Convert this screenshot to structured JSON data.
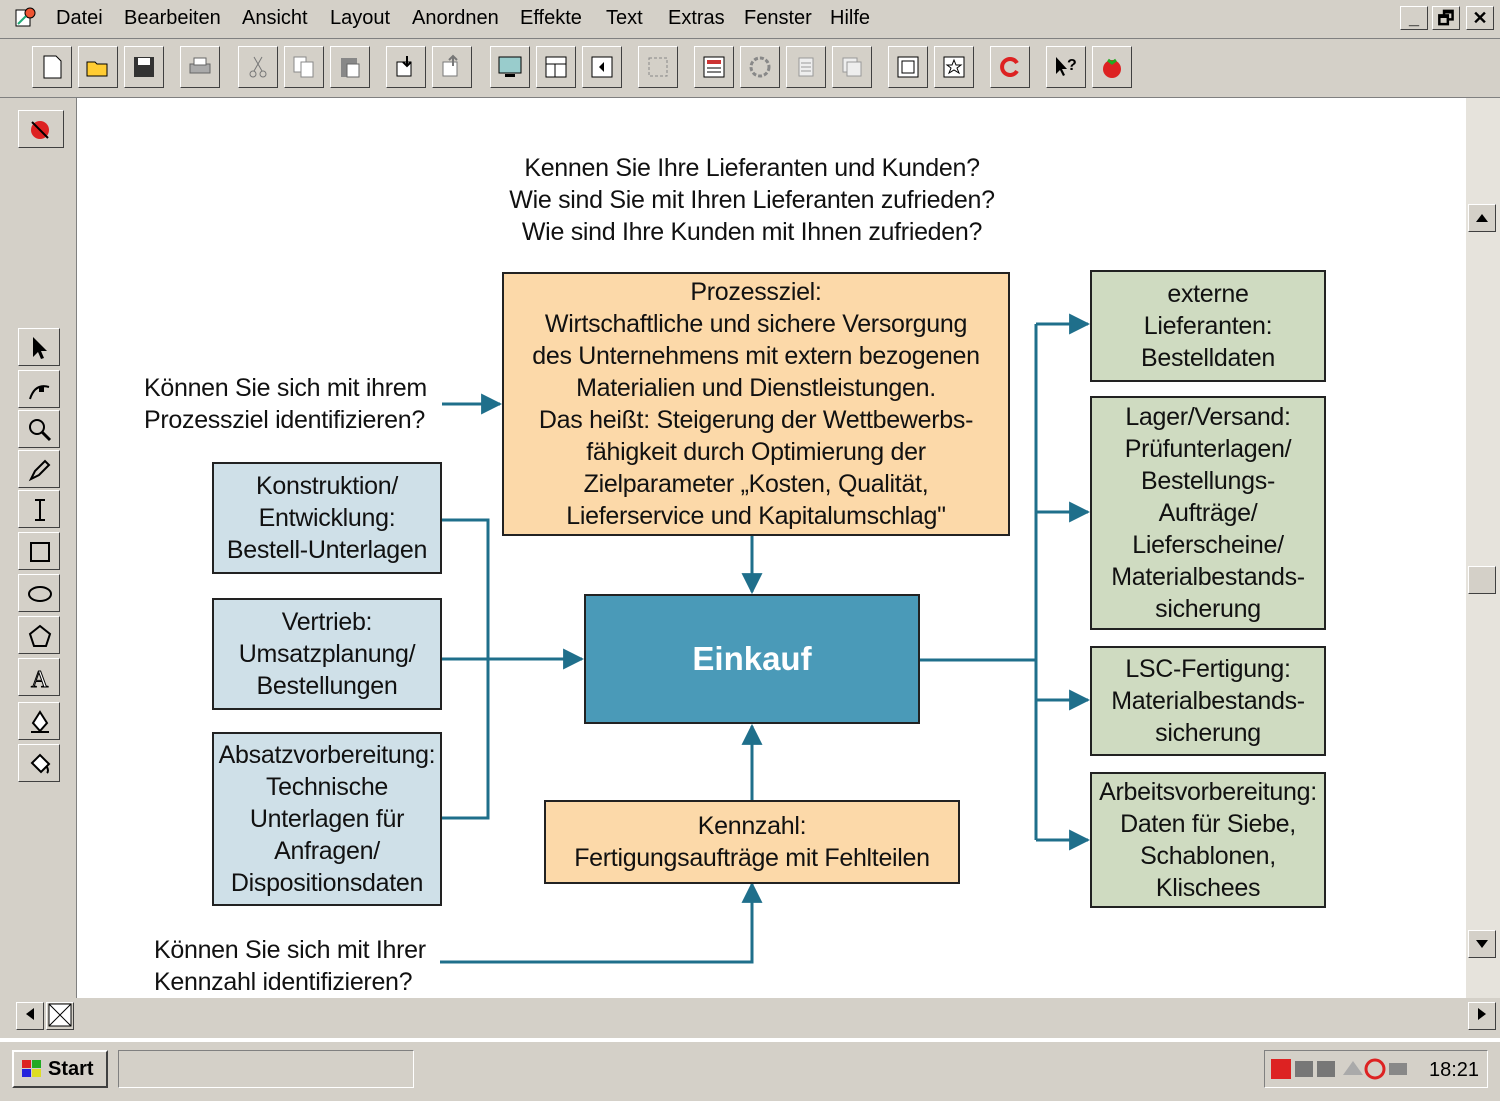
{
  "menu": [
    "Datei",
    "Bearbeiten",
    "Ansicht",
    "Layout",
    "Anordnen",
    "Effekte",
    "Text",
    "Extras",
    "Fenster",
    "Hilfe"
  ],
  "window_buttons": [
    "_",
    "🗗",
    "✕"
  ],
  "taskbar": {
    "start": "Start",
    "clock": "18:21"
  },
  "diagram": {
    "top_questions": [
      "Kennen Sie Ihre Lieferanten und Kunden?",
      "Wie sind Sie mit Ihren Lieferanten zufrieden?",
      "Wie sind Ihre Kunden mit Ihnen zufrieden?"
    ],
    "goal": [
      "Prozessziel:",
      "Wirtschaftliche und sichere Versorgung",
      "des Unternehmens mit extern bezogenen",
      "Materialien und Dienstleistungen.",
      "Das heißt: Steigerung der Wettbewerbs-",
      "fähigkeit durch Optimierung der",
      "Zielparameter „Kosten, Qualität,",
      "Lieferservice und Kapitalumschlag\""
    ],
    "goal_question": [
      "Können Sie sich mit ihrem",
      "Prozessziel identifizieren?"
    ],
    "inputs": [
      [
        "Konstruktion/",
        "Entwicklung:",
        "Bestell-Unterlagen"
      ],
      [
        "Vertrieb:",
        "Umsatzplanung/",
        "Bestellungen"
      ],
      [
        "Absatzvorbereitung:",
        "Technische",
        "Unterlagen für",
        "Anfragen/",
        "Dispositionsdaten"
      ]
    ],
    "center": "Einkauf",
    "kpi": [
      "Kennzahl:",
      "Fertigungsaufträge mit Fehlteilen"
    ],
    "kpi_question": [
      "Können Sie sich mit Ihrer",
      "Kennzahl identifizieren?"
    ],
    "outputs": [
      [
        "externe",
        "Lieferanten:",
        "Bestelldaten"
      ],
      [
        "Lager/Versand:",
        "Prüfunterlagen/",
        "Bestellungs-",
        "Aufträge/",
        "Lieferscheine/",
        "Materialbestands-",
        "sicherung"
      ],
      [
        "LSC-Fertigung:",
        "Materialbestands-",
        "sicherung"
      ],
      [
        "Arbeitsvorbereitung:",
        "Daten für Siebe,",
        "Schablonen,",
        "Klischees"
      ]
    ]
  }
}
